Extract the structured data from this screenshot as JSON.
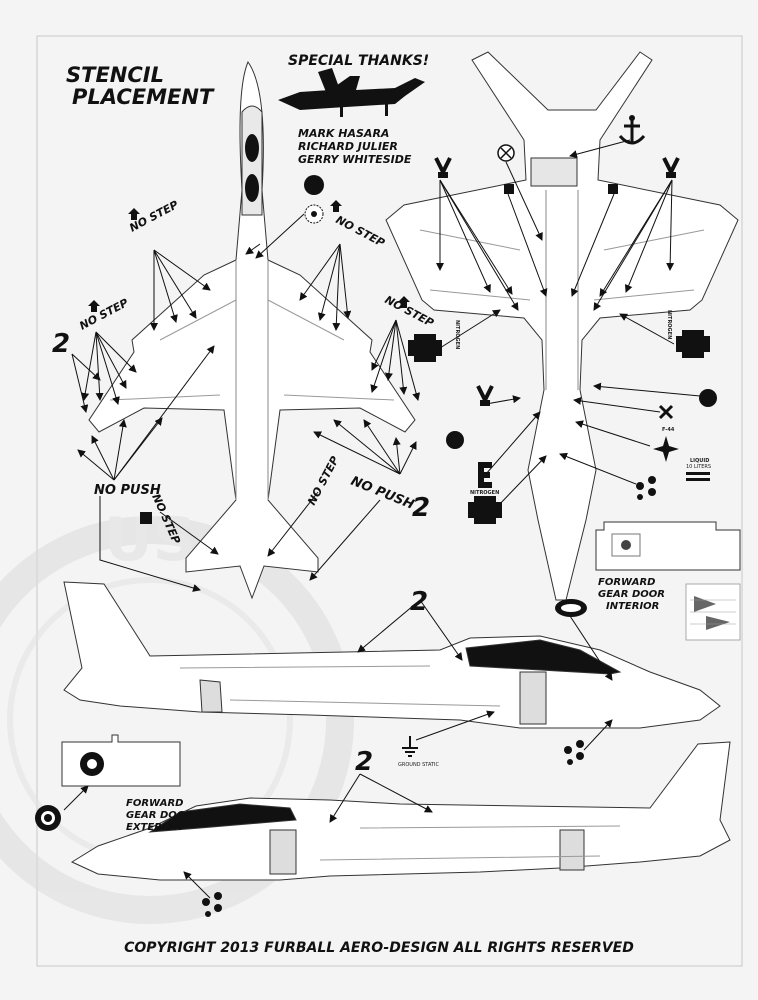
{
  "title": {
    "line1": "STENCIL",
    "line2": "PLACEMENT"
  },
  "thanks": {
    "heading": "SPECIAL THANKS!",
    "names": [
      "MARK HASARA",
      "RICHARD JULIER",
      "GERRY WHITESIDE"
    ]
  },
  "labels": {
    "no_step": "NO STEP",
    "no_push": "NO PUSH",
    "two": "2",
    "forward_gear_door_interior": [
      "FORWARD",
      "GEAR DOOR",
      "INTERIOR"
    ],
    "forward_gear_door_exterior": [
      "FORWARD",
      "GEAR DOOR",
      "EXTERIOR"
    ],
    "nitrogen": "NITROGEN",
    "liquid": "LIQUID",
    "ten_liters": "10 LITERS",
    "f44": "F-44",
    "ground_static": "GROUND STATIC"
  },
  "copyright": "COPYRIGHT 2013 FURBALL AERO-DESIGN ALL RIGHTS RESERVED",
  "colors": {
    "paper": "#f4f4f4",
    "ink": "#111111",
    "panel_line": "#9a9a9a",
    "watermark": "#d9d9d9"
  }
}
